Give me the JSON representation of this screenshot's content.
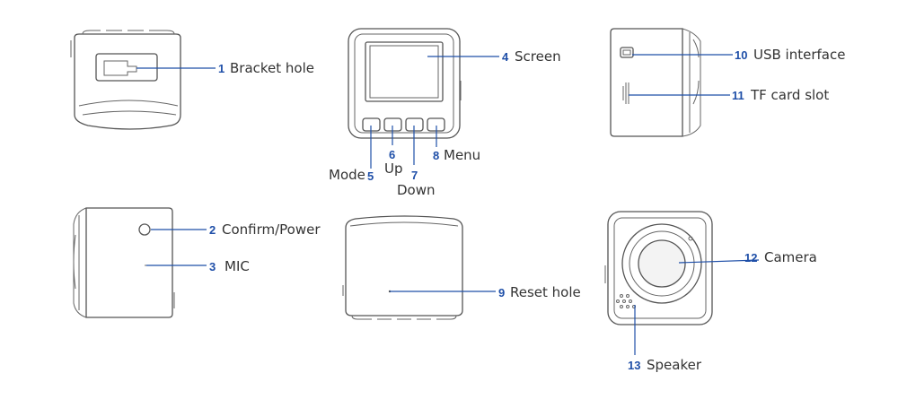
{
  "colors": {
    "accent": "#1f4fa8",
    "text": "#333333",
    "outline": "#555555",
    "background": "#ffffff"
  },
  "callouts": [
    {
      "id": "bracket-hole",
      "number": "1",
      "label": "Bracket hole"
    },
    {
      "id": "confirm-power",
      "number": "2",
      "label": "Confirm/Power"
    },
    {
      "id": "mic",
      "number": "3",
      "label": "MIC"
    },
    {
      "id": "screen",
      "number": "4",
      "label": "Screen"
    },
    {
      "id": "mode",
      "number": "5",
      "label": "Mode"
    },
    {
      "id": "up",
      "number": "6",
      "label": "Up"
    },
    {
      "id": "down",
      "number": "7",
      "label": "Down"
    },
    {
      "id": "menu",
      "number": "8",
      "label": "Menu"
    },
    {
      "id": "reset-hole",
      "number": "9",
      "label": "Reset hole"
    },
    {
      "id": "usb-interface",
      "number": "10",
      "label": "USB interface"
    },
    {
      "id": "tf-card-slot",
      "number": "11",
      "label": "TF card slot"
    },
    {
      "id": "camera",
      "number": "12",
      "label": "Camera"
    },
    {
      "id": "speaker",
      "number": "13",
      "label": "Speaker"
    }
  ]
}
